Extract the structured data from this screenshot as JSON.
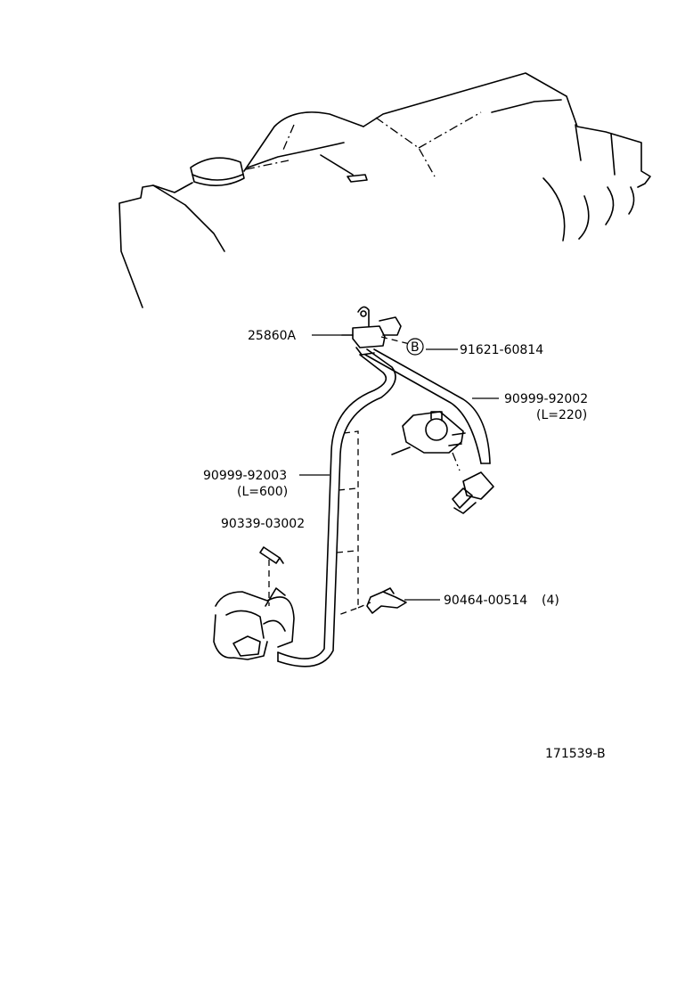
{
  "diagram": {
    "drawing_number": "171539-B",
    "callouts": [
      {
        "id": "solenoid-valve",
        "label": "25860A"
      },
      {
        "id": "bolt",
        "marker": "B",
        "label": "91621-60814"
      },
      {
        "id": "hose-upper",
        "label": "90999-92002",
        "sublabel": "(L=220)"
      },
      {
        "id": "hose-long",
        "label": "90999-92003",
        "sublabel": "(L=600)"
      },
      {
        "id": "fitting",
        "label": "90339-03002"
      },
      {
        "id": "clamp",
        "label": "90464-00514",
        "qty": "(4)"
      }
    ]
  }
}
